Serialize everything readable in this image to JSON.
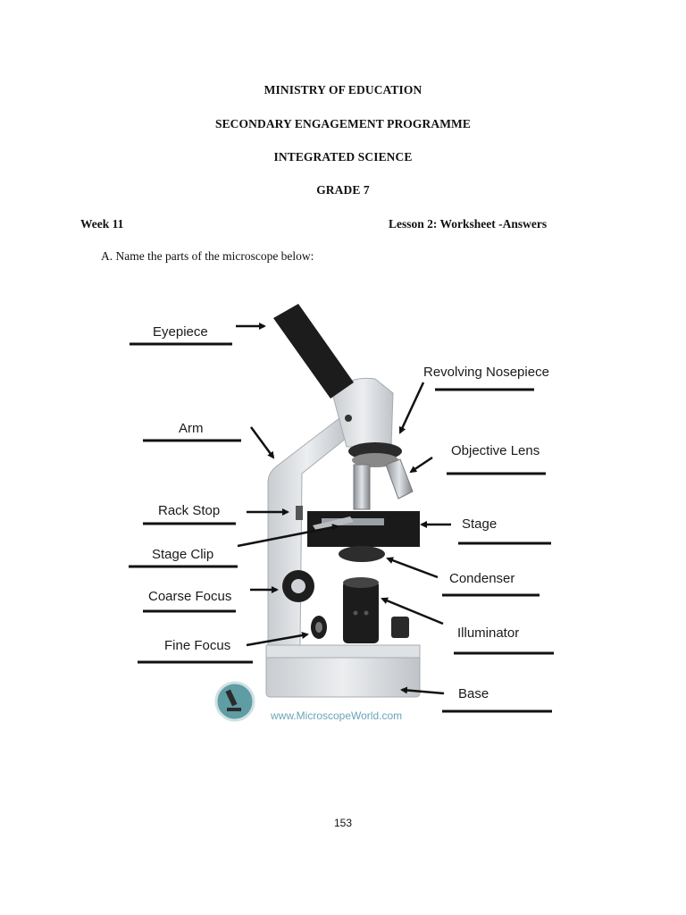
{
  "header": {
    "line1": "MINISTRY OF EDUCATION",
    "line2": "SECONDARY ENGAGEMENT PROGRAMME",
    "line3": "INTEGRATED SCIENCE",
    "line4": "GRADE 7"
  },
  "meta": {
    "week": "Week 11",
    "lesson": "Lesson 2: Worksheet -Answers"
  },
  "question": "A.  Name the parts of the microscope below:",
  "labels": {
    "eyepiece": "Eyepiece",
    "arm": "Arm",
    "rack_stop": "Rack Stop",
    "stage_clip": "Stage Clip",
    "coarse_focus": "Coarse Focus",
    "fine_focus": "Fine Focus",
    "revolving_nosepiece": "Revolving Nosepiece",
    "objective_lens": "Objective Lens",
    "stage": "Stage",
    "condenser": "Condenser",
    "illuminator": "Illuminator",
    "base": "Base"
  },
  "watermark": "www.MicroscopeWorld.com",
  "page_number": "153"
}
